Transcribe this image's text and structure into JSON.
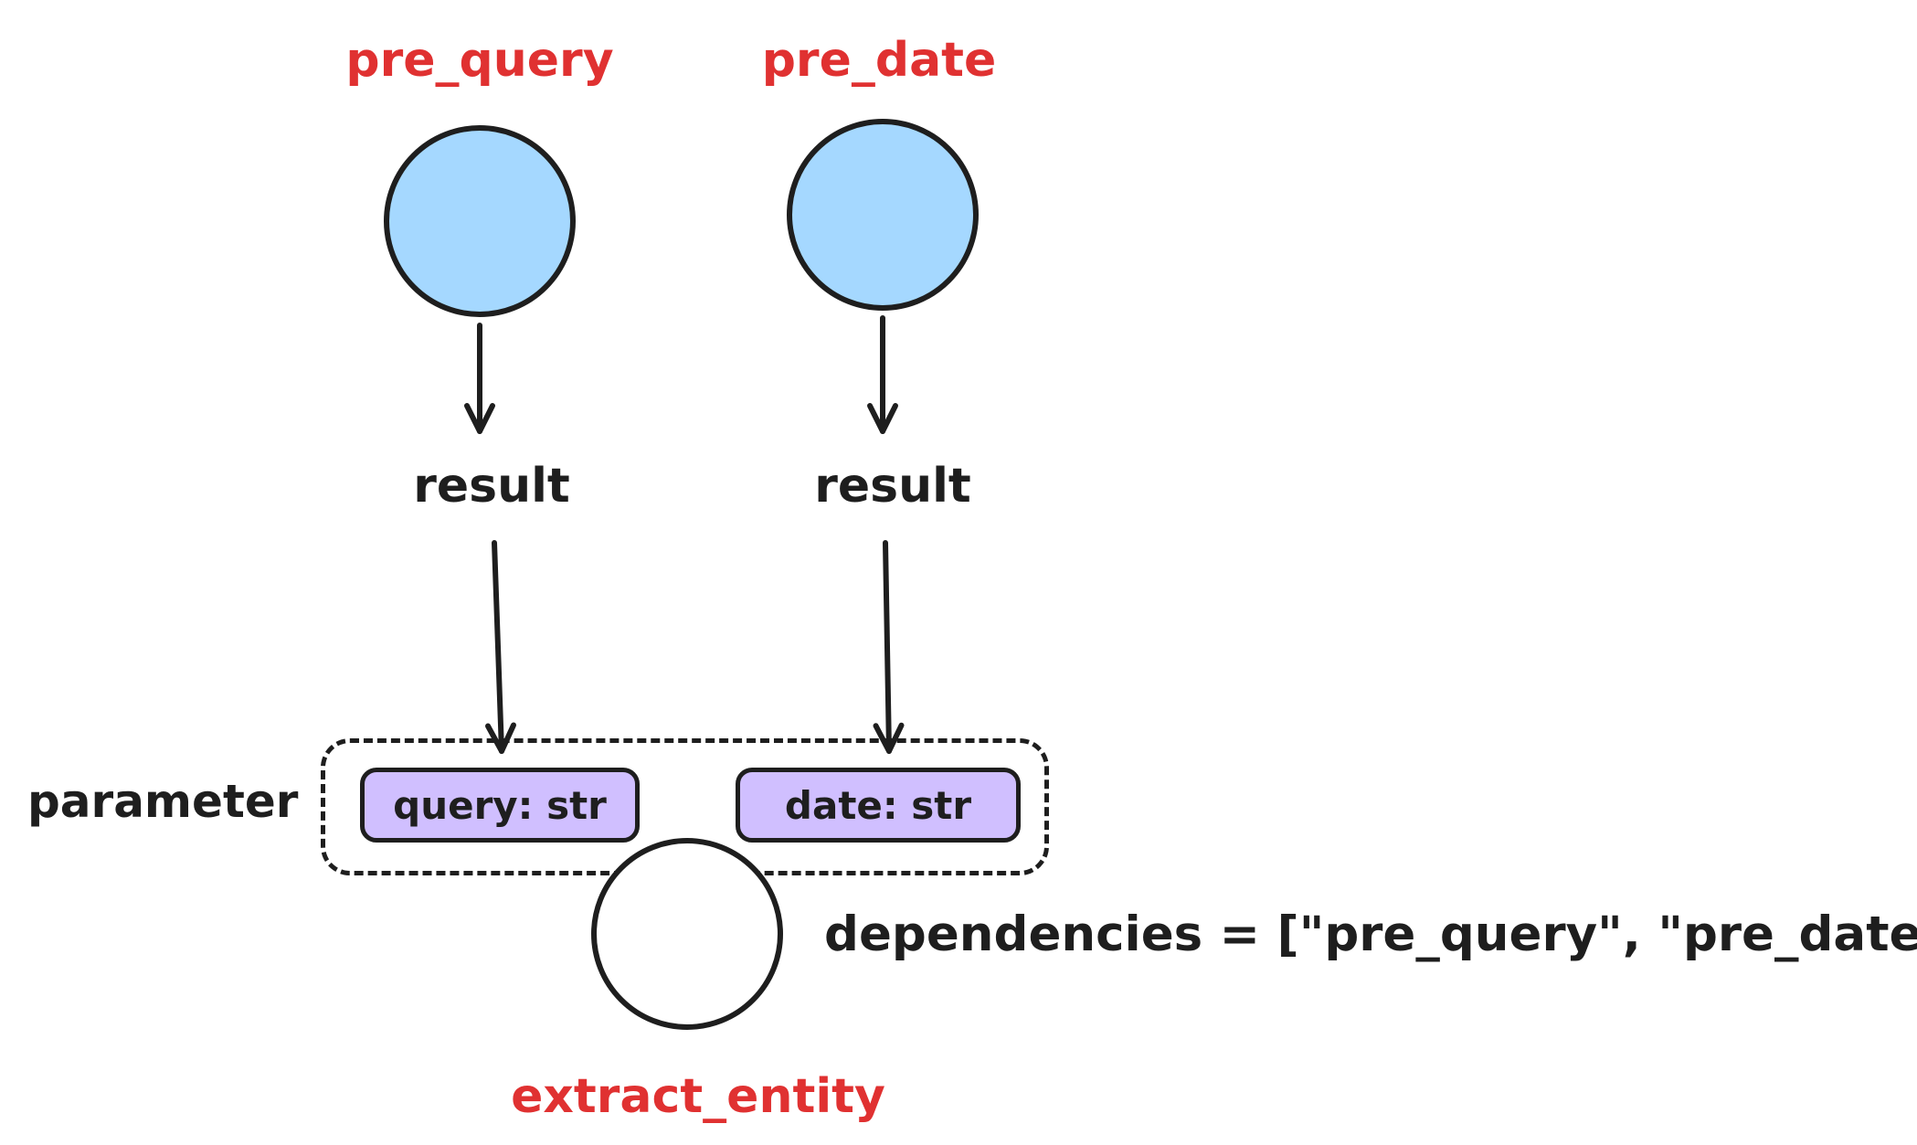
{
  "nodes": {
    "pre_query": {
      "label": "pre_query",
      "fill": "#a5d8ff"
    },
    "pre_date": {
      "label": "pre_date",
      "fill": "#a5d8ff"
    },
    "extract_entity": {
      "label": "extract_entity",
      "fill": "#ffffff"
    }
  },
  "edge_labels": {
    "pre_query_result": "result",
    "pre_date_result": "result"
  },
  "parameter_group": {
    "label": "parameter",
    "parameters": [
      {
        "label": "query: str",
        "fill": "#d0bfff"
      },
      {
        "label": "date: str",
        "fill": "#d0bfff"
      }
    ]
  },
  "annotations": {
    "dependencies": "dependencies = [\"pre_query\", \"pre_date\"]"
  },
  "colors": {
    "node_fill_blue": "#a5d8ff",
    "param_fill_purple": "#d0bfff",
    "label_red": "#e03131",
    "stroke_black": "#1e1e1e",
    "background": "#ffffff"
  }
}
